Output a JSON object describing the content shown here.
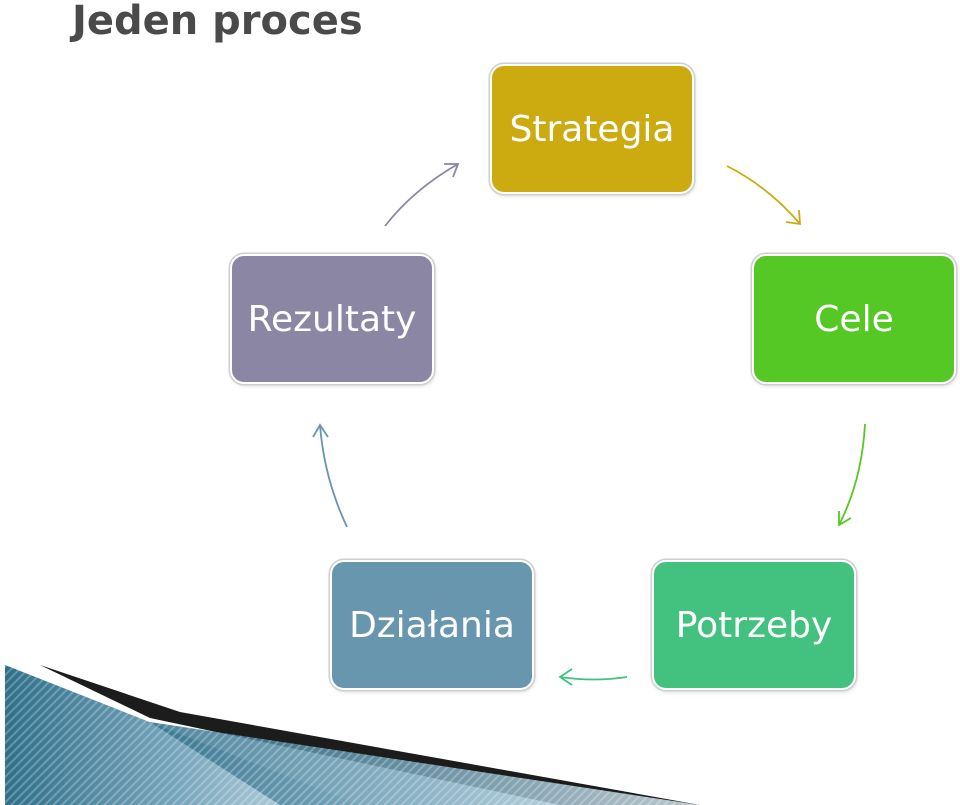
{
  "title": "Jeden proces",
  "nodes": [
    {
      "id": "strategia",
      "label": "Strategia",
      "color": "#cbab10"
    },
    {
      "id": "cele",
      "label": "Cele",
      "color": "#56c825"
    },
    {
      "id": "potrzeby",
      "label": "Potrzeby",
      "color": "#42c17f"
    },
    {
      "id": "dzialania",
      "label": "Działania",
      "color": "#6796ae"
    },
    {
      "id": "rezultaty",
      "label": "Rezultaty",
      "color": "#8b86a3"
    }
  ],
  "arrows": [
    {
      "from": "strategia",
      "to": "cele",
      "color": "#cbab10"
    },
    {
      "from": "cele",
      "to": "potrzeby",
      "color": "#56c825"
    },
    {
      "from": "potrzeby",
      "to": "dzialania",
      "color": "#42c17f"
    },
    {
      "from": "dzialania",
      "to": "rezultaty",
      "color": "#6796ae"
    },
    {
      "from": "rezultaty",
      "to": "strategia",
      "color": "#8b86a3"
    }
  ]
}
